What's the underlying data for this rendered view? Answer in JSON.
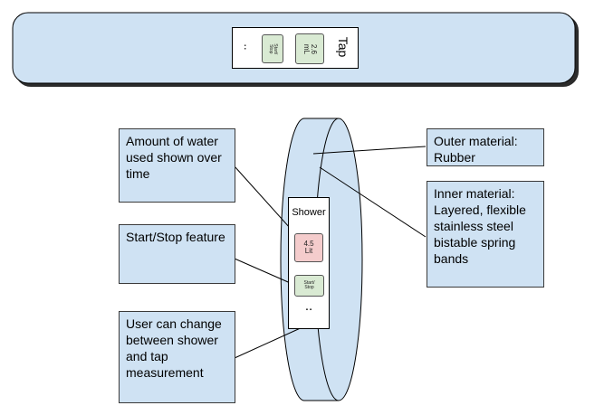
{
  "top_device": {
    "title": "Tap",
    "reading": "2.6\nmL",
    "start_stop": "Start/\nStop",
    "dots": ".."
  },
  "band_device": {
    "title": "Shower",
    "reading": "4.5\nLit",
    "start_stop": "Start/\nStop",
    "dots": ".."
  },
  "callouts": {
    "water_amount": "Amount of water used shown over time",
    "start_stop": "Start/Stop feature",
    "switch_mode": "User can change between shower and tap measurement",
    "outer_material": "Outer material: Rubber",
    "inner_material": "Inner material: Layered, flexible stainless steel bistable spring bands"
  },
  "colors": {
    "band_fill": "#cfe2f3",
    "callout_fill": "#cfe2f3",
    "reading_fill": "#f4cccc",
    "reading_fill_top": "#d9ead3",
    "button_fill": "#d9ead3"
  }
}
